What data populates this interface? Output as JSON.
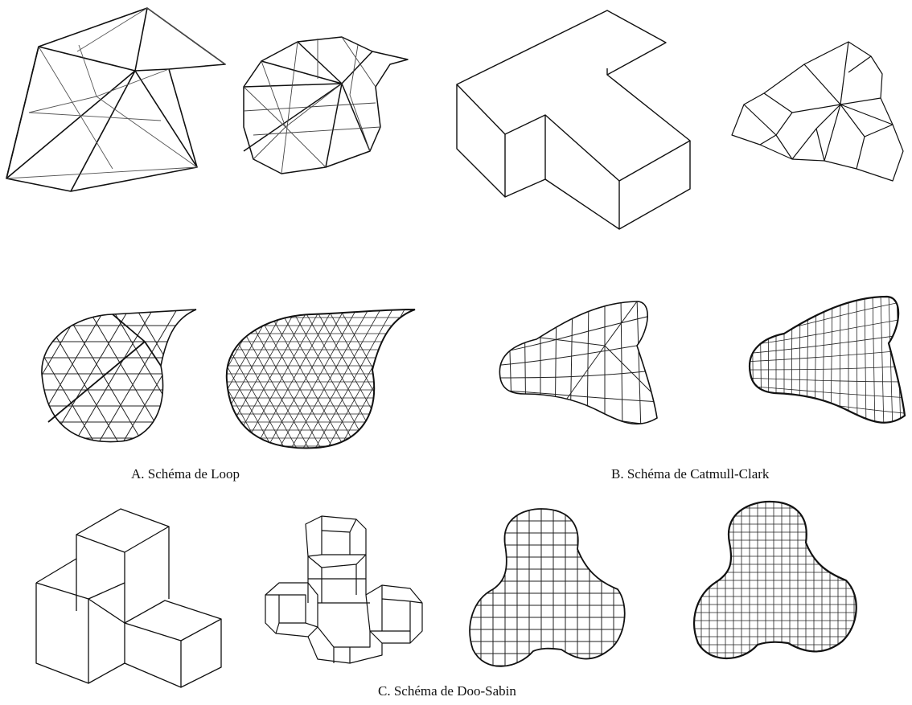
{
  "captions": {
    "loop": "A. Schéma de Loop",
    "catmull_clark": "B. Schéma de Catmull-Clark",
    "doo_sabin": "C. Schéma de Doo-Sabin"
  },
  "figures": {
    "loop": [
      "control-mesh",
      "subdivision-level-1",
      "subdivision-level-2",
      "subdivision-level-3"
    ],
    "catmull_clark": [
      "control-mesh",
      "subdivision-level-1",
      "subdivision-level-2",
      "subdivision-level-3"
    ],
    "doo_sabin": [
      "control-mesh",
      "subdivision-level-1",
      "subdivision-level-2",
      "subdivision-level-3"
    ]
  },
  "colors": {
    "line": "#111111",
    "background": "#ffffff"
  }
}
